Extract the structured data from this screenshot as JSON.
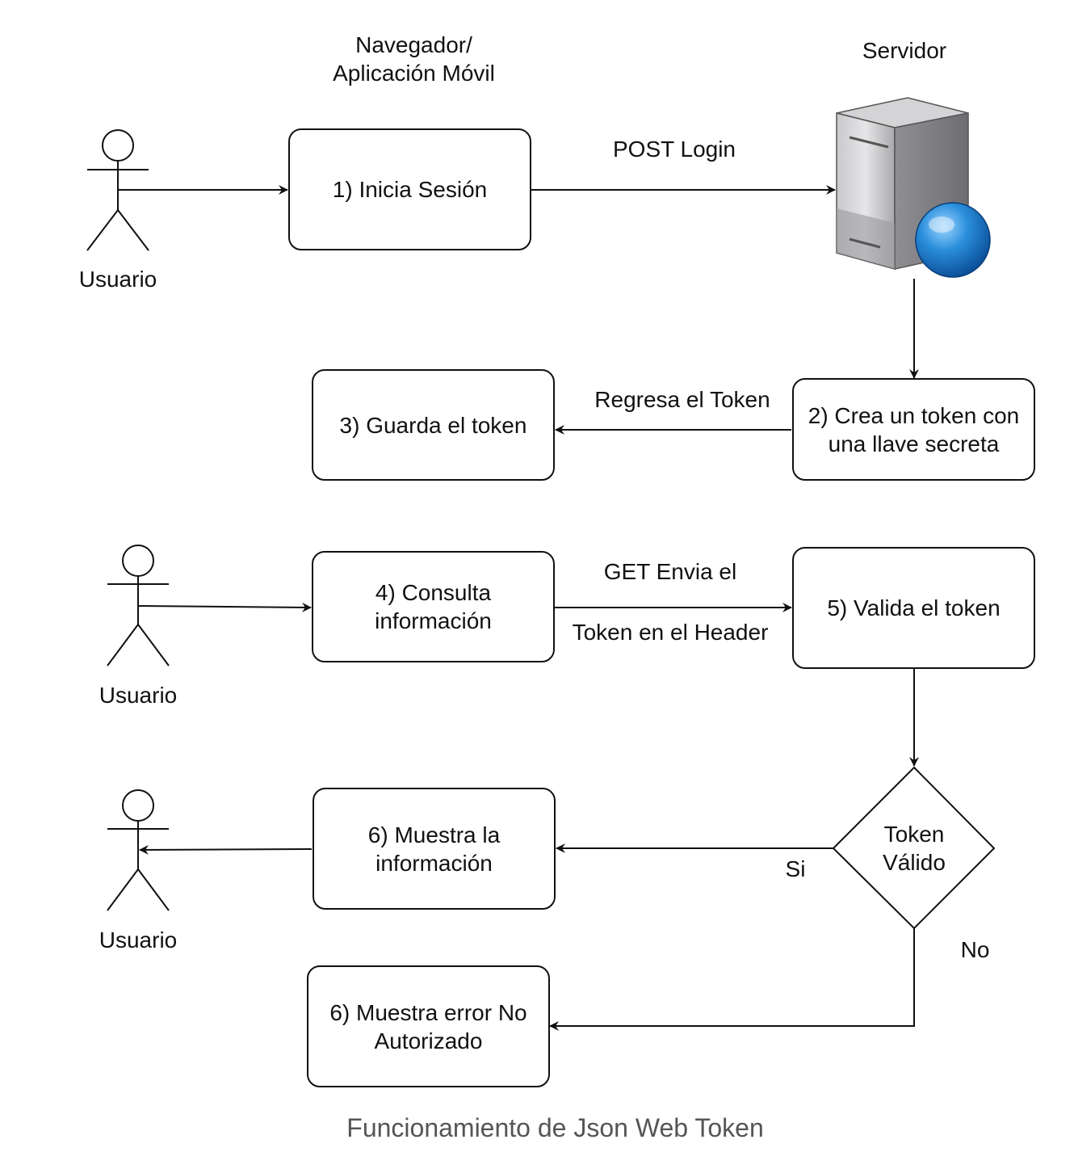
{
  "lanes": {
    "client": "Navegador/\nAplicación Móvil",
    "server": "Servidor"
  },
  "actors": {
    "user1": "Usuario",
    "user2": "Usuario",
    "user3": "Usuario"
  },
  "steps": {
    "s1": "1) Inicia Sesión",
    "s2": "2) Crea un token con\nuna llave secreta",
    "s3": "3) Guarda el token",
    "s4": "4) Consulta\ninformación",
    "s5": "5) Valida el token",
    "s6a": "6) Muestra la\ninformación",
    "s6b": "6) Muestra error No\nAutorizado",
    "decision": "Token\nVálido"
  },
  "edges": {
    "post": "POST Login",
    "return": "Regresa el Token",
    "get_top": "GET Envia el",
    "get_bottom": "Token en  el Header",
    "yes": "Si",
    "no": "No"
  },
  "icons": {
    "server": "server-globe-icon",
    "actor": "stick-figure-icon"
  },
  "caption": "Funcionamiento de Json Web Token"
}
